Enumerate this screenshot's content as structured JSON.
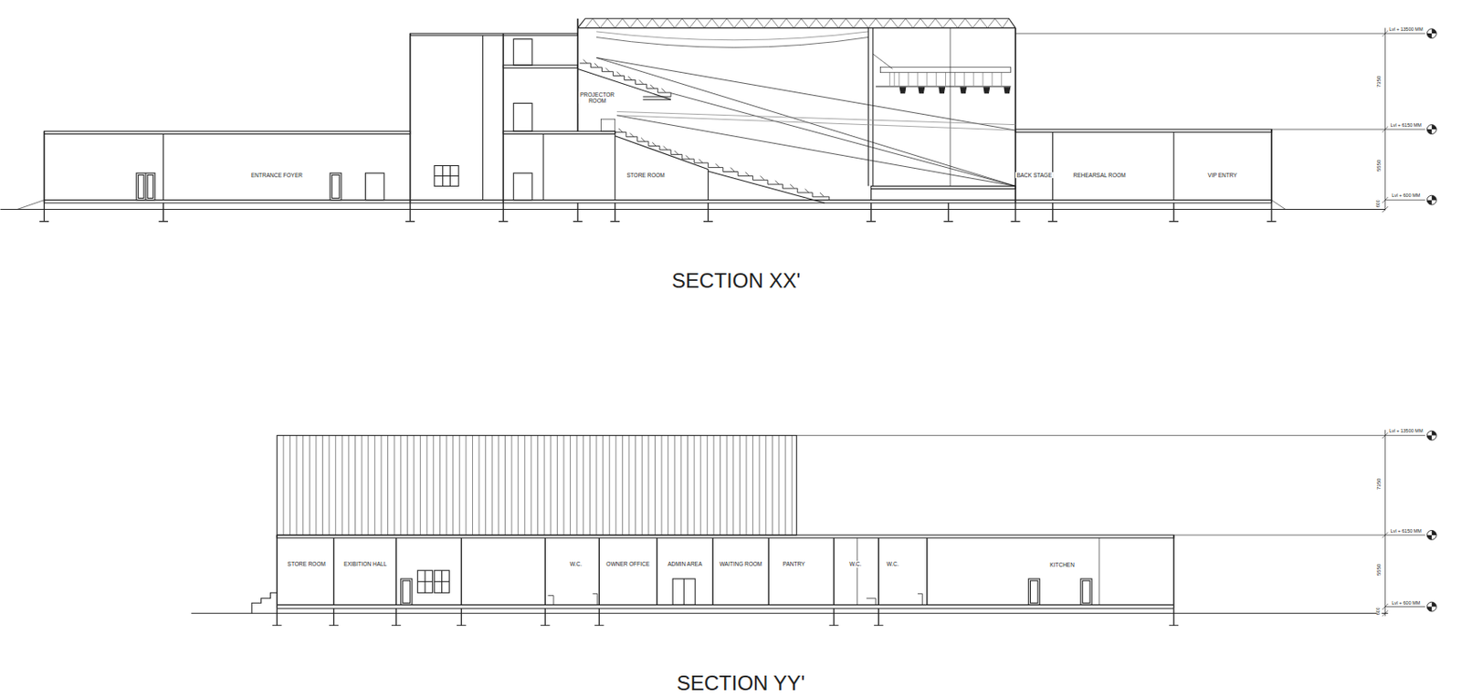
{
  "diagram": {
    "labels": [
      "ENTRANCE FOYER",
      "PROJECTOR ROOM",
      "STORE ROOM",
      "BACK STAGE",
      "REHEARSAL ROOM",
      "VIP ENTRY",
      "Lvl + 13500 MM",
      "Lvl + 6150 MM",
      "Lvl + 600 MM",
      "7350",
      "5550",
      "600",
      "SECTION XX'",
      "STORE ROOM",
      "EXIBITION HALL",
      "W.C.",
      "OWNER OFFICE",
      "ADMIN AREA",
      "WAITING ROOM",
      "PANTRY",
      "W.C.",
      "W.C.",
      "KITCHEN",
      "Lvl + 13500 MM",
      "Lvl + 6150 MM",
      "Lvl + 600 MM",
      "7350",
      "5550",
      "600",
      "SECTION YY'"
    ]
  }
}
